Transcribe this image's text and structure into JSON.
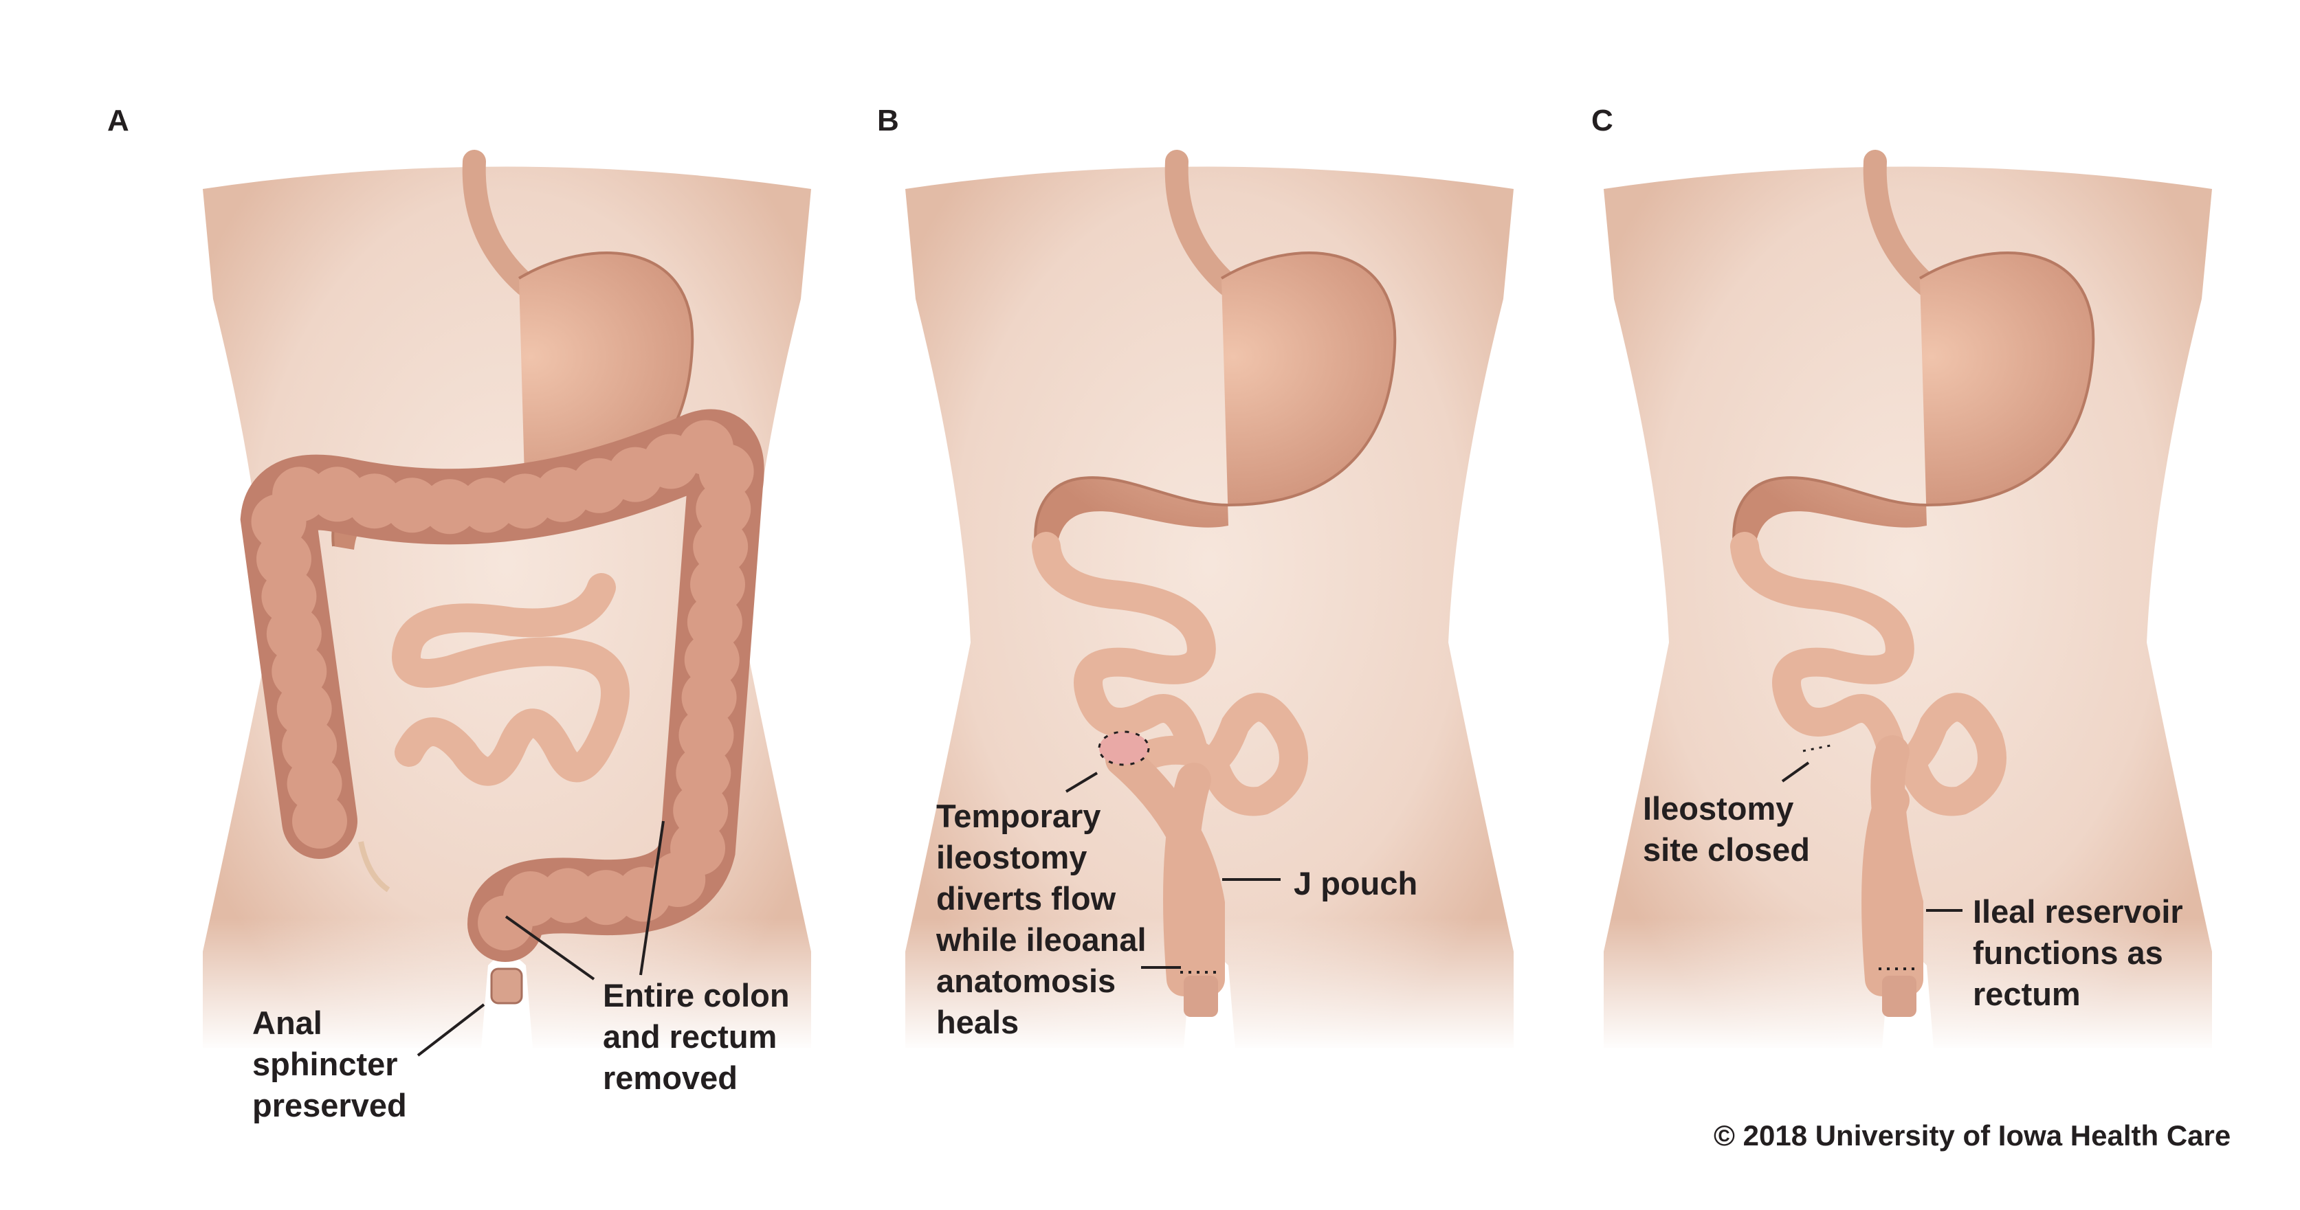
{
  "panels": [
    {
      "letter": "A",
      "labels": [
        {
          "lines": [
            "Anal",
            "sphincter",
            "preserved"
          ]
        },
        {
          "lines": [
            "Entire colon",
            "and rectum",
            "removed"
          ]
        }
      ]
    },
    {
      "letter": "B",
      "labels": [
        {
          "lines": [
            "Temporary",
            "ileostomy",
            "diverts flow",
            "while ileoanal",
            "anatomosis",
            "heals"
          ]
        },
        {
          "lines": [
            "J pouch"
          ]
        }
      ]
    },
    {
      "letter": "C",
      "labels": [
        {
          "lines": [
            "Ileostomy",
            "site closed"
          ]
        },
        {
          "lines": [
            "Ileal reservoir",
            "functions as",
            "rectum"
          ]
        }
      ]
    }
  ],
  "copyright": "©  2018 University of Iowa Health Care",
  "colors": {
    "skin": "#f1dcd0",
    "organ": "#dba58e",
    "colon": "#c98a77",
    "text": "#231f20"
  }
}
